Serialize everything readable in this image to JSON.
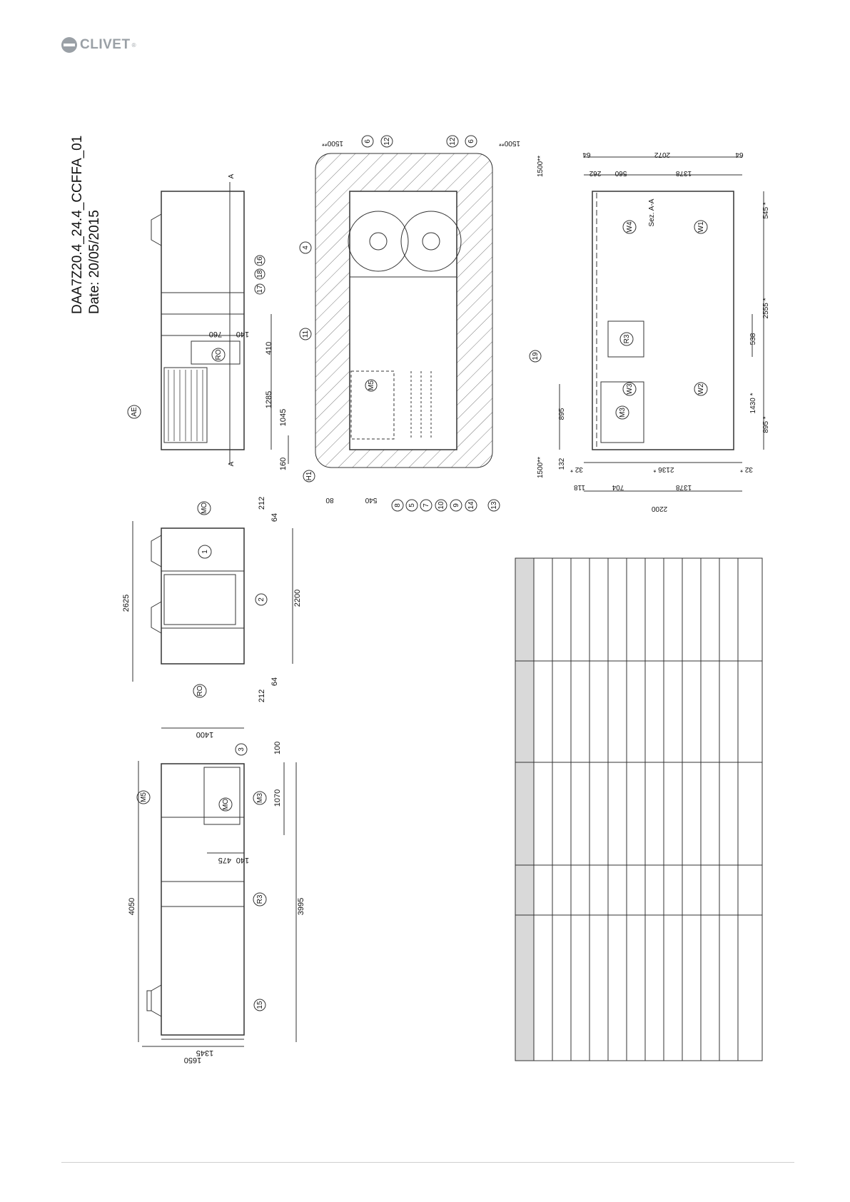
{
  "brand": {
    "name": "CLIVET",
    "trademark": "®"
  },
  "drawing": {
    "code": "DAA7Z20.4_24.4_CCFFA_01",
    "date": "Date: 20/05/2015"
  },
  "side_view": {
    "dims": {
      "width": "4050",
      "overall": "3995",
      "d1345": "1345",
      "d1650": "1650",
      "d1400": "1400",
      "d100": "100",
      "d1070": "1070",
      "d475": "475",
      "d140": "140"
    },
    "markers": {
      "m5": "M5",
      "m3": "M3",
      "r3": "R3",
      "mo": "MO",
      "n3": "3",
      "n15": "15"
    }
  },
  "end_view": {
    "dims": {
      "d2625": "2625",
      "d2200": "2200",
      "d212a": "212",
      "d212b": "212",
      "d64a": "64",
      "d64b": "64"
    },
    "markers": {
      "mo": "MO",
      "ro": "RO",
      "n1": "1",
      "n2": "2"
    }
  },
  "top_view": {
    "dims": {
      "d160": "160",
      "d1045": "1045",
      "d1285": "1285",
      "d410": "410",
      "d760": "760",
      "d140": "140"
    },
    "markers": {
      "ae": "AE",
      "ro": "RO",
      "a1": "A",
      "a2": "A",
      "n16": "16",
      "n18": "18",
      "n17": "17"
    }
  },
  "plan_view": {
    "dims": {
      "c1500a": "1500**",
      "c1500b": "1500**",
      "c1500c": "1500**",
      "c1500d": "1500**",
      "d80": "80",
      "d540": "540"
    },
    "markers": [
      "6",
      "12",
      "12",
      "6",
      "4",
      "11",
      "19",
      "H1",
      "8",
      "5",
      "7",
      "10",
      "9",
      "14",
      "13",
      "M5"
    ]
  },
  "section_view": {
    "title": "Sez. A-A",
    "dims_top": {
      "d64a": "64",
      "d2072": "2072",
      "d64b": "64",
      "d262": "262",
      "d560": "560",
      "d1378": "1378"
    },
    "dims_right": {
      "d545": "545 *",
      "d2555": "2555 *",
      "d538": "538",
      "d1430": "1430 *",
      "d895": "895 *"
    },
    "dims_left": {
      "d895": "895",
      "d132": "132",
      "d32a": "32 *",
      "d2136": "2136 *",
      "d32b": "32 *",
      "d118": "118",
      "d704": "704",
      "d1378": "1378",
      "d2200": "2200"
    },
    "markers": {
      "w4": "W4",
      "w1": "W1",
      "r3": "R3",
      "w3": "W3",
      "w2": "W2",
      "m3": "M3"
    }
  },
  "table": {
    "columns": 5,
    "rows": 12
  }
}
